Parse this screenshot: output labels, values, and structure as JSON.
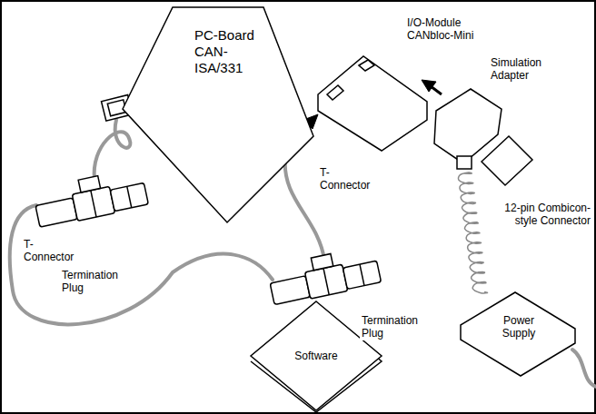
{
  "diagram": {
    "nodes": [
      {
        "text": [
          "PC-Board CAN- ISA/331"
        ]
      },
      {
        "text": [
          "Power Supply"
        ]
      },
      {
        "text": [
          "Software"
        ]
      }
    ],
    "labels": [
      "I/O-Module CANbloc-Mini",
      "Simulation Adapter",
      "T- Connector",
      "12-pin Combicon-style Connector",
      "T- Connector",
      "Termination Plug",
      "Termination Plug"
    ]
  }
}
